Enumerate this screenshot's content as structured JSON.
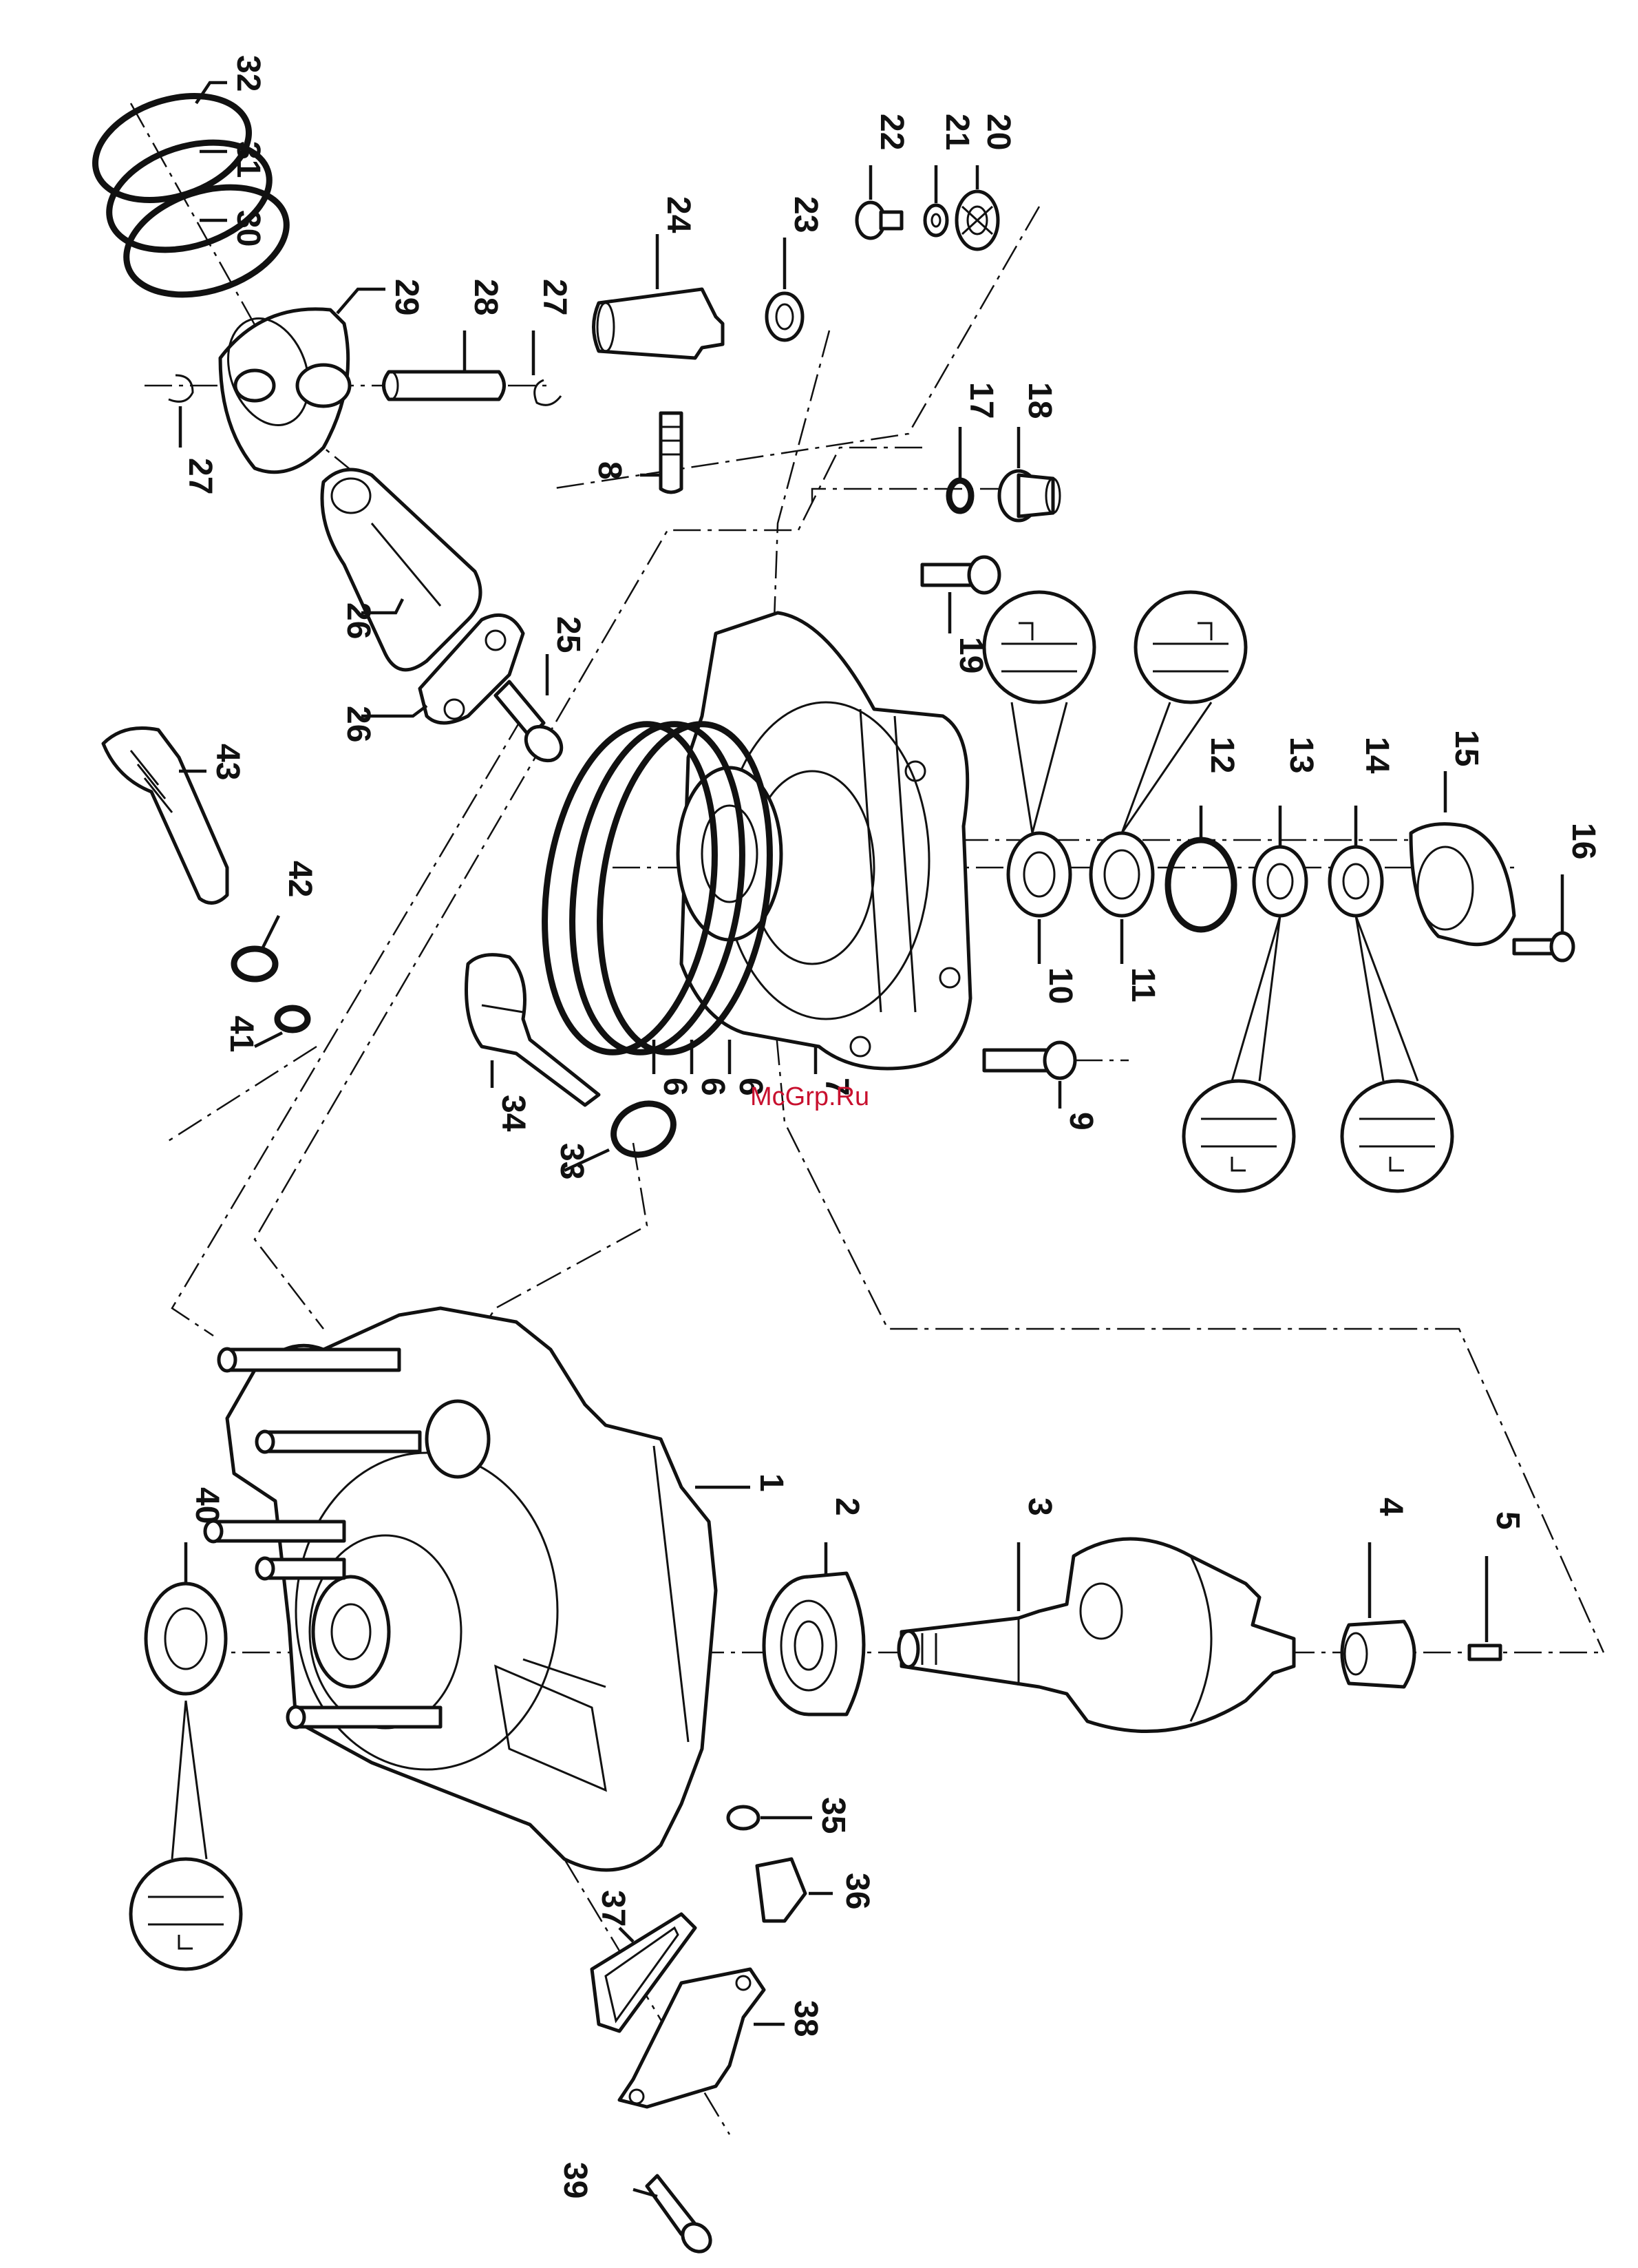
{
  "watermark": "McGrp.Ru",
  "callouts": [
    {
      "id": "c1",
      "label": "1"
    },
    {
      "id": "c2",
      "label": "2"
    },
    {
      "id": "c3",
      "label": "3"
    },
    {
      "id": "c4",
      "label": "4"
    },
    {
      "id": "c5",
      "label": "5"
    },
    {
      "id": "c6a",
      "label": "6"
    },
    {
      "id": "c6b",
      "label": "6"
    },
    {
      "id": "c6c",
      "label": "6"
    },
    {
      "id": "c7",
      "label": "7"
    },
    {
      "id": "c8",
      "label": "8"
    },
    {
      "id": "c9",
      "label": "9"
    },
    {
      "id": "c10",
      "label": "10"
    },
    {
      "id": "c11",
      "label": "11"
    },
    {
      "id": "c12",
      "label": "12"
    },
    {
      "id": "c13",
      "label": "13"
    },
    {
      "id": "c14",
      "label": "14"
    },
    {
      "id": "c15",
      "label": "15"
    },
    {
      "id": "c16",
      "label": "16"
    },
    {
      "id": "c17",
      "label": "17"
    },
    {
      "id": "c18",
      "label": "18"
    },
    {
      "id": "c19",
      "label": "19"
    },
    {
      "id": "c20",
      "label": "20"
    },
    {
      "id": "c21",
      "label": "21"
    },
    {
      "id": "c22",
      "label": "22"
    },
    {
      "id": "c23",
      "label": "23"
    },
    {
      "id": "c24",
      "label": "24"
    },
    {
      "id": "c25",
      "label": "25"
    },
    {
      "id": "c26a",
      "label": "26"
    },
    {
      "id": "c26b",
      "label": "26"
    },
    {
      "id": "c27a",
      "label": "27"
    },
    {
      "id": "c27b",
      "label": "27"
    },
    {
      "id": "c28",
      "label": "28"
    },
    {
      "id": "c29",
      "label": "29"
    },
    {
      "id": "c30",
      "label": "30"
    },
    {
      "id": "c31",
      "label": "31"
    },
    {
      "id": "c32",
      "label": "32"
    },
    {
      "id": "c33",
      "label": "33"
    },
    {
      "id": "c34",
      "label": "34"
    },
    {
      "id": "c35",
      "label": "35"
    },
    {
      "id": "c36",
      "label": "36"
    },
    {
      "id": "c37",
      "label": "37"
    },
    {
      "id": "c38",
      "label": "38"
    },
    {
      "id": "c39",
      "label": "39"
    },
    {
      "id": "c40",
      "label": "40"
    },
    {
      "id": "c41",
      "label": "41"
    },
    {
      "id": "c42",
      "label": "42"
    },
    {
      "id": "c43",
      "label": "43"
    }
  ]
}
